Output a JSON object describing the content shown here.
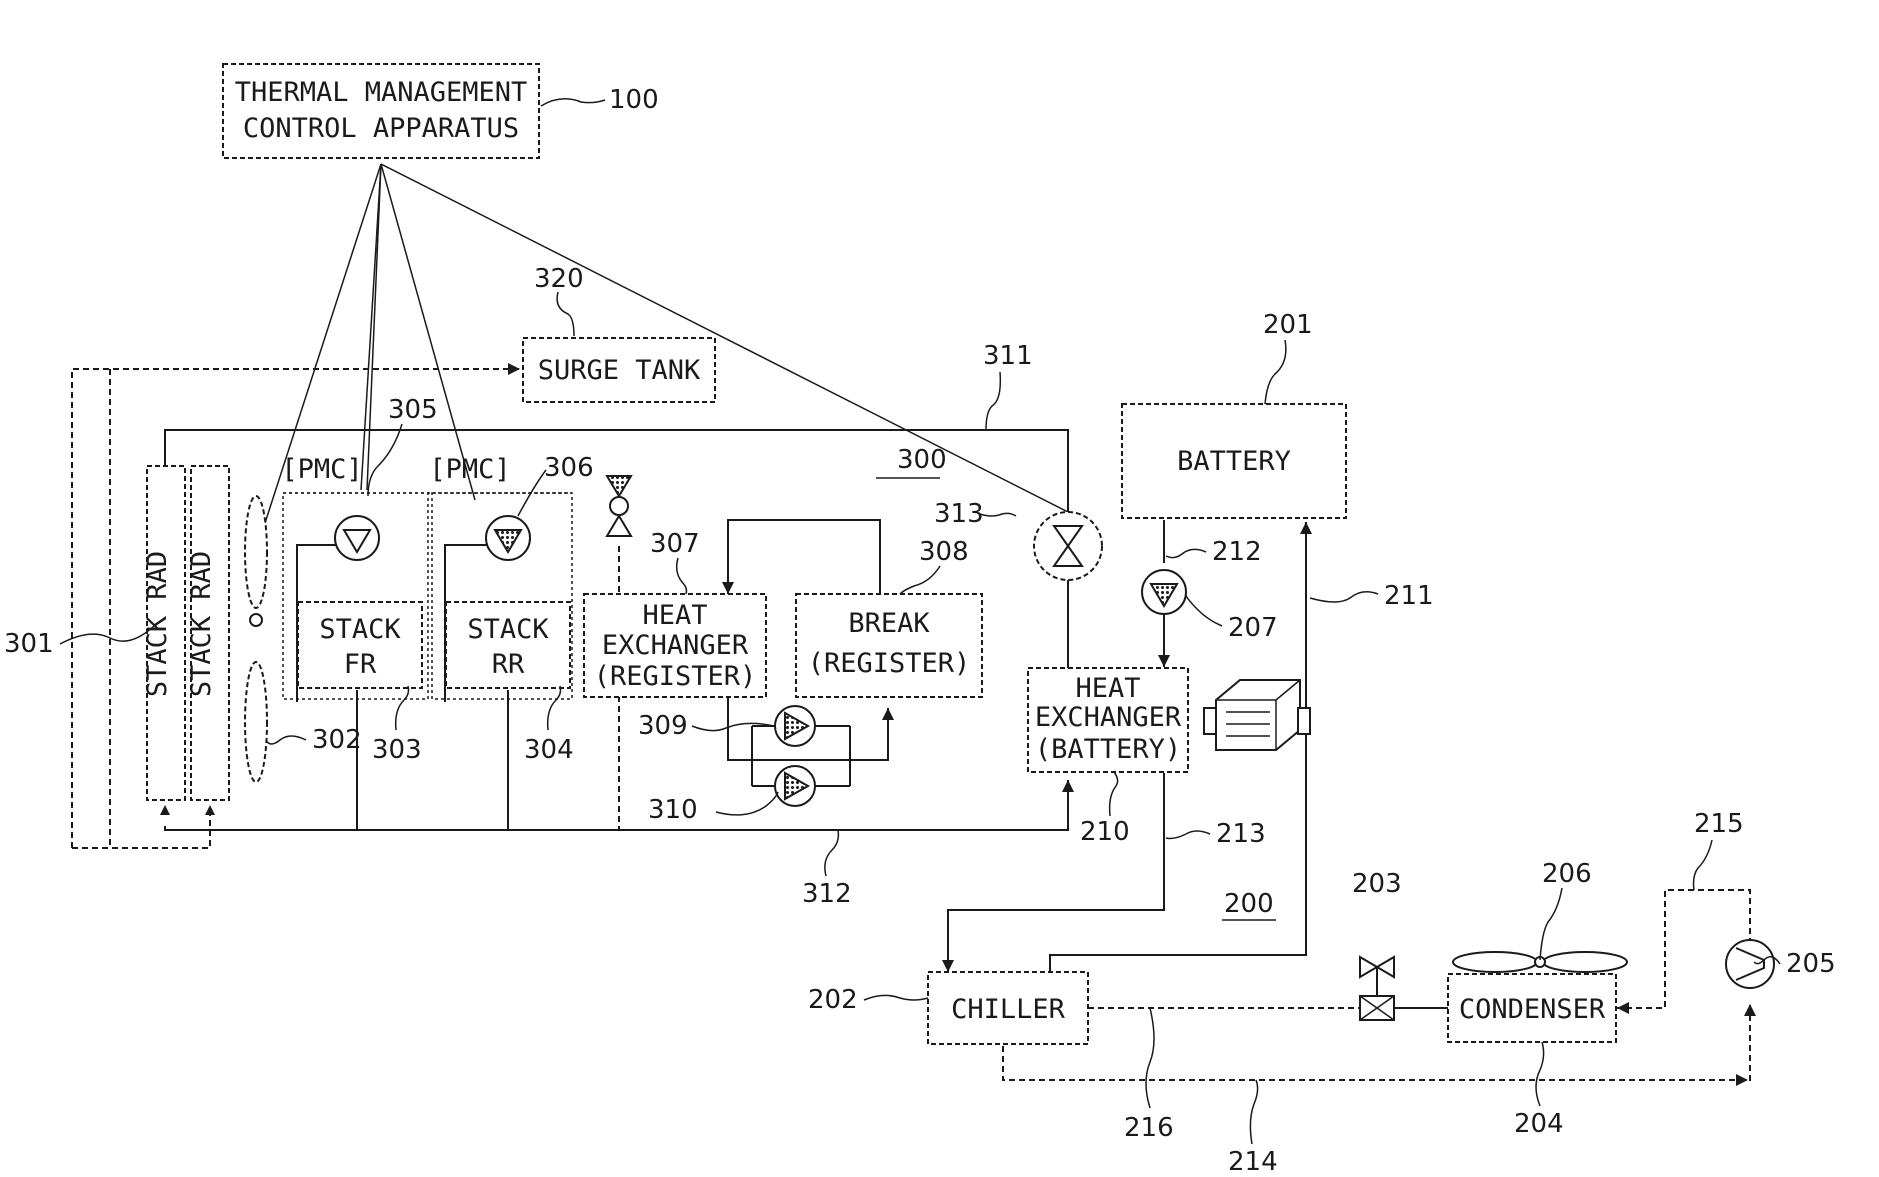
{
  "components": {
    "tmca": {
      "line1": "THERMAL MANAGEMENT",
      "line2": "CONTROL APPARATUS",
      "ref": "100"
    },
    "surge_tank": {
      "label": "SURGE TANK",
      "ref": "320"
    },
    "battery": {
      "label": "BATTERY",
      "ref": "201"
    },
    "stack_rad": {
      "label": "STACK RAD",
      "ref": "301"
    },
    "stack_fr": {
      "line1": "STACK",
      "line2": "FR",
      "ref": "303"
    },
    "stack_rr": {
      "line1": "STACK",
      "line2": "RR",
      "ref": "304"
    },
    "pmc_1": {
      "label": "[PMC]"
    },
    "pmc_2": {
      "label": "[PMC]"
    },
    "heat_exchanger_register": {
      "line1": "HEAT",
      "line2": "EXCHANGER",
      "line3": "(REGISTER)",
      "ref": "307"
    },
    "break_register": {
      "line1": "BREAK",
      "line2": "(REGISTER)",
      "ref": "308"
    },
    "heat_exchanger_battery": {
      "line1": "HEAT",
      "line2": "EXCHANGER",
      "line3": "(BATTERY)",
      "ref": "210"
    },
    "chiller": {
      "label": "CHILLER",
      "ref": "202"
    },
    "condenser": {
      "label": "CONDENSER",
      "ref": "204"
    }
  },
  "refs": {
    "r200": "200",
    "r203": "203",
    "r205": "205",
    "r206": "206",
    "r207": "207",
    "r211": "211",
    "r212": "212",
    "r213": "213",
    "r214": "214",
    "r215": "215",
    "r216": "216",
    "r300": "300",
    "r302": "302",
    "r305": "305",
    "r306": "306",
    "r309": "309",
    "r310": "310",
    "r311": "311",
    "r312": "312",
    "r313": "313"
  }
}
